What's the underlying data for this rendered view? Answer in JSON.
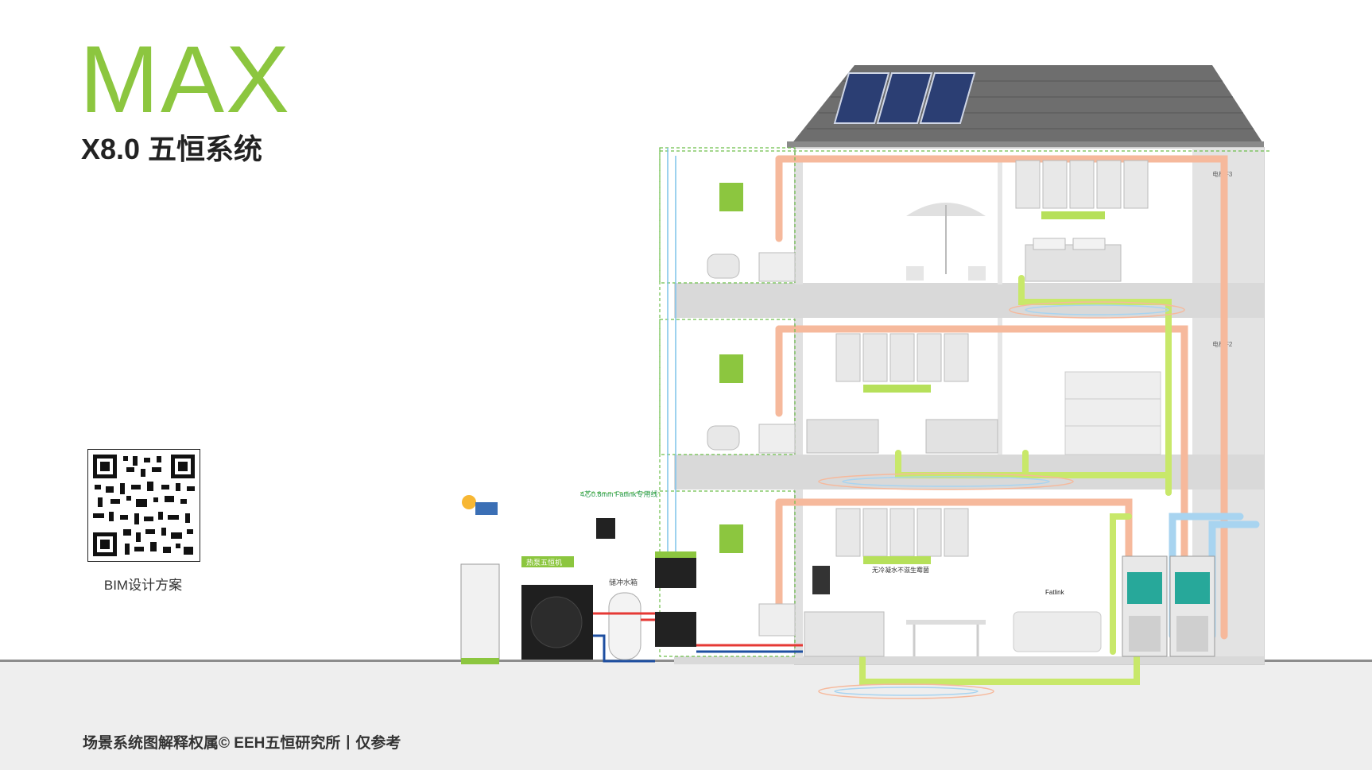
{
  "brand": {
    "title": "MAX",
    "subtitle": "X8.0 五恒系统"
  },
  "qr": {
    "caption": "BIM设计方案"
  },
  "footer": {
    "credit": "场景系统图解释权属© EEH五恒研究所丨仅参考"
  },
  "labels": {
    "fatlink_cable": "4芯0.8mm Fatlink专用线",
    "heat_pump": "热泵五恒机",
    "water_tank": "储冲水箱",
    "floor_f3": "电梯F3",
    "floor_f2": "电梯F2",
    "no_condensation": "无冷凝水不滋生霉菌",
    "fatlink_brand": "Fatlink"
  },
  "colors": {
    "accent_green": "#8cc63f",
    "warm_pipe": "#f6b99c",
    "cool_pipe": "#a8d4f0",
    "signal_green": "#6dbf4b",
    "wall_grey": "#d9d9d9",
    "roof_grey": "#6e6e6e"
  }
}
